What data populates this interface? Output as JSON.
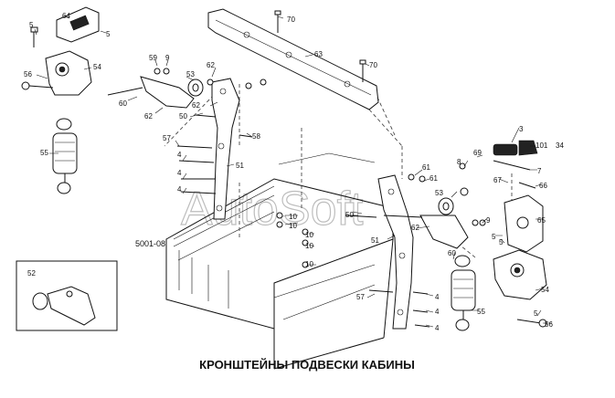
{
  "title": "КРОНШТЕЙНЫ ПОДВЕСКИ КАБИНЫ",
  "watermark": "AutoSoft",
  "reference": "5001-08",
  "inset_label": "52",
  "callouts": [
    "64",
    "5",
    "5",
    "56",
    "54",
    "55",
    "59",
    "9",
    "53",
    "62",
    "60",
    "62",
    "50",
    "62",
    "58",
    "57",
    "4",
    "4",
    "4",
    "51",
    "70",
    "63",
    "70",
    "10",
    "10",
    "10",
    "10",
    "10",
    "61",
    "61",
    "8",
    "69",
    "3",
    "101",
    "34",
    "7",
    "67",
    "66",
    "53",
    "50",
    "9",
    "62",
    "65",
    "5",
    "60",
    "51",
    "5",
    "57",
    "4",
    "4",
    "4",
    "55",
    "54",
    "5",
    "56"
  ]
}
